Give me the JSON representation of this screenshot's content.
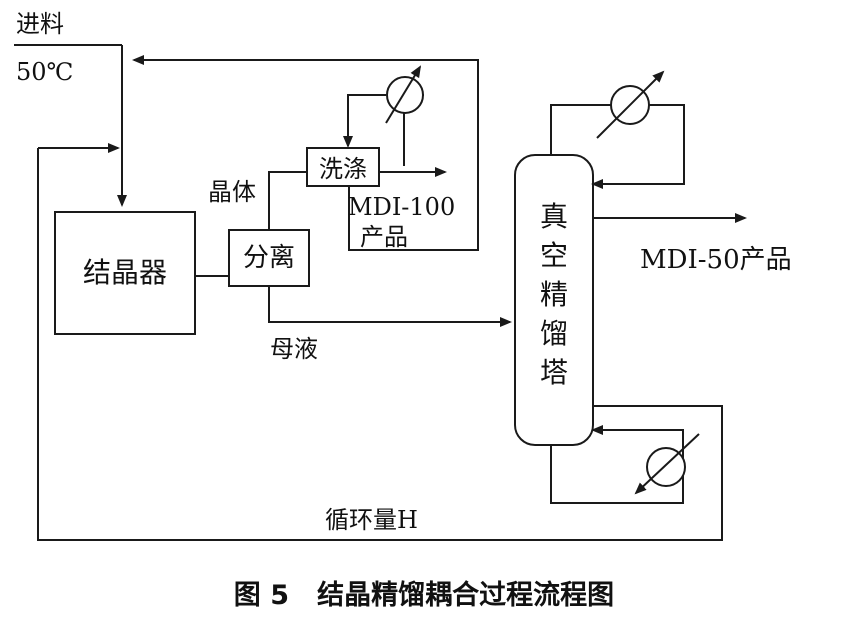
{
  "feed": {
    "label": "进料",
    "temp": "50℃"
  },
  "nodes": {
    "crystallizer": "结晶器",
    "separator": "分离",
    "washer": "洗涤",
    "column": [
      "真",
      "空",
      "精",
      "馏",
      "塔"
    ]
  },
  "streams": {
    "crystal": "晶体",
    "mother_liquor": "母液",
    "mdi100_line1": "MDI-100",
    "mdi100_line2": "产品",
    "mdi50": "MDI-50产品",
    "recycle": "循环量H"
  },
  "caption": "图 5   结晶精馏耦合过程流程图",
  "colors": {
    "stroke": "#1a1a1a",
    "background": "#ffffff"
  }
}
